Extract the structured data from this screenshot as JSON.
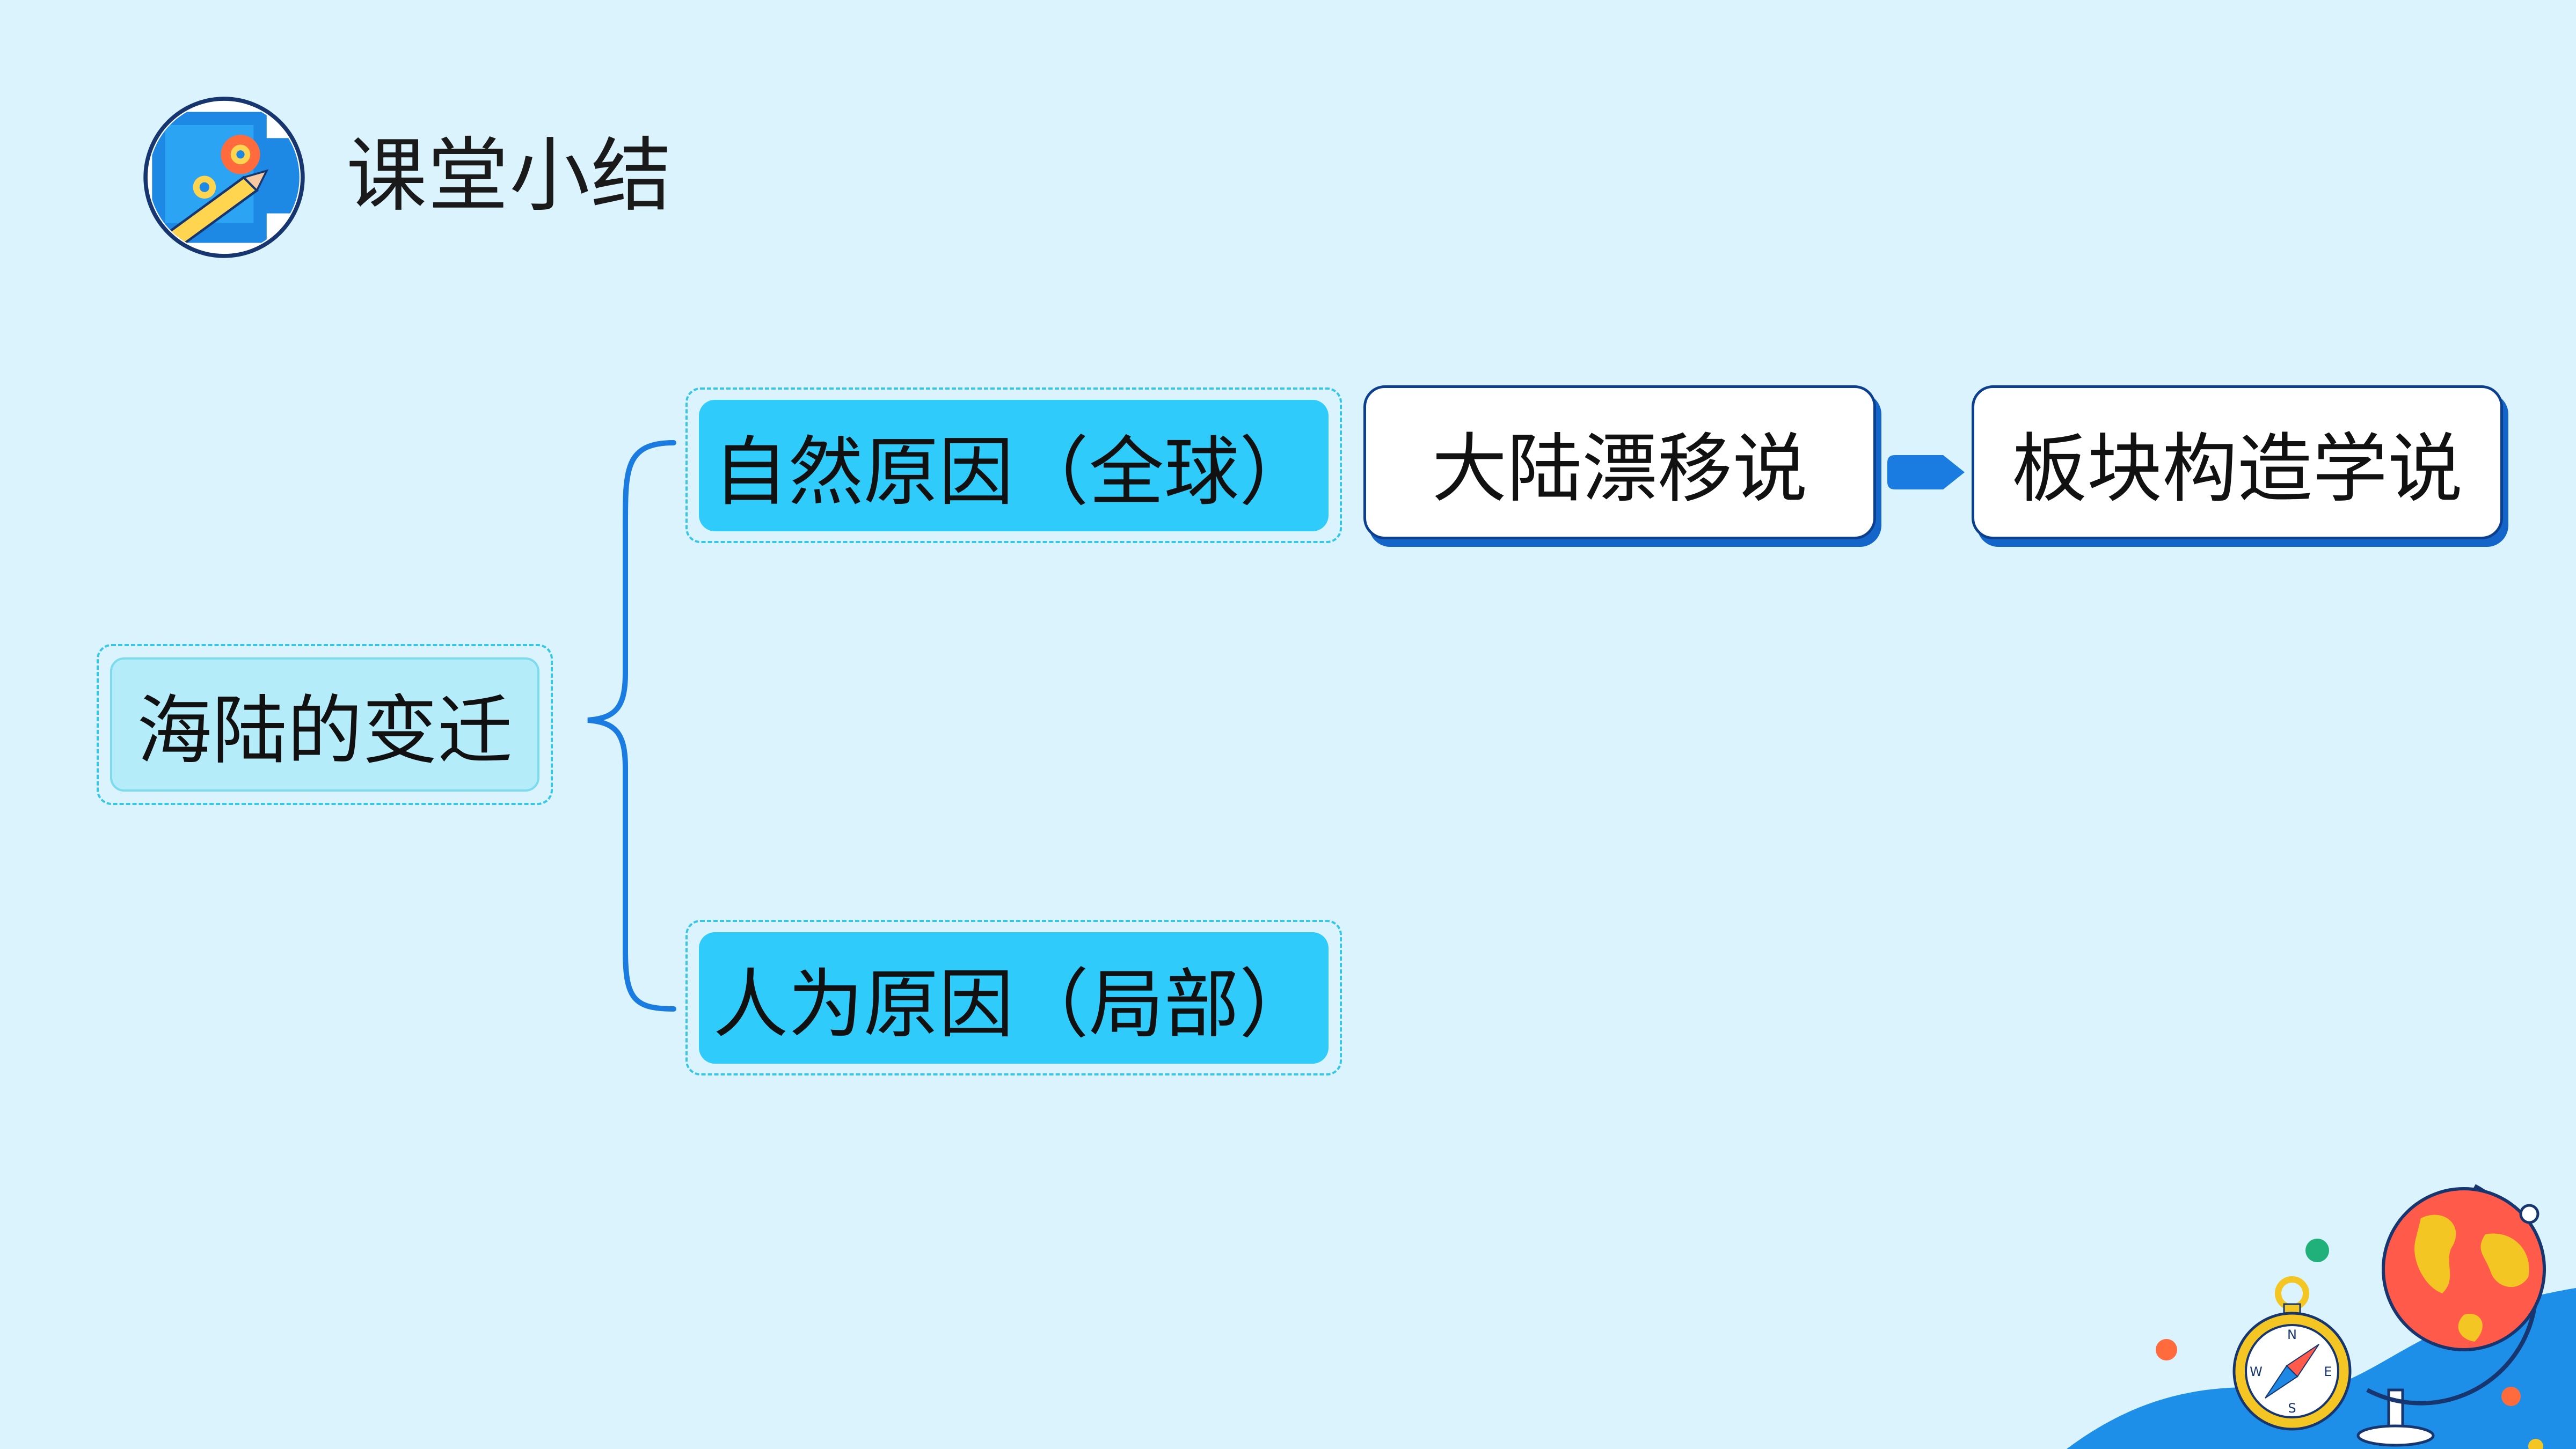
{
  "header": {
    "title": "课堂小结",
    "icon": "blueprint-gear-pencil-icon"
  },
  "mindmap": {
    "root": "海陆的变迁",
    "branches": [
      {
        "label": "自然原因（全球）",
        "children": [
          "大陆漂移说",
          "板块构造学说"
        ]
      },
      {
        "label": "人为原因（局部）",
        "children": []
      }
    ]
  },
  "decorations": {
    "globe": "globe-icon",
    "compass": "compass-icon",
    "compass_letters": [
      "N",
      "E",
      "S",
      "W"
    ]
  },
  "colors": {
    "background": "#dbf3fc",
    "branch_fill": "#2ecbfb",
    "root_fill": "#b4ecf9",
    "connector": "#1a7be0",
    "box_border": "#0d3f8f"
  }
}
